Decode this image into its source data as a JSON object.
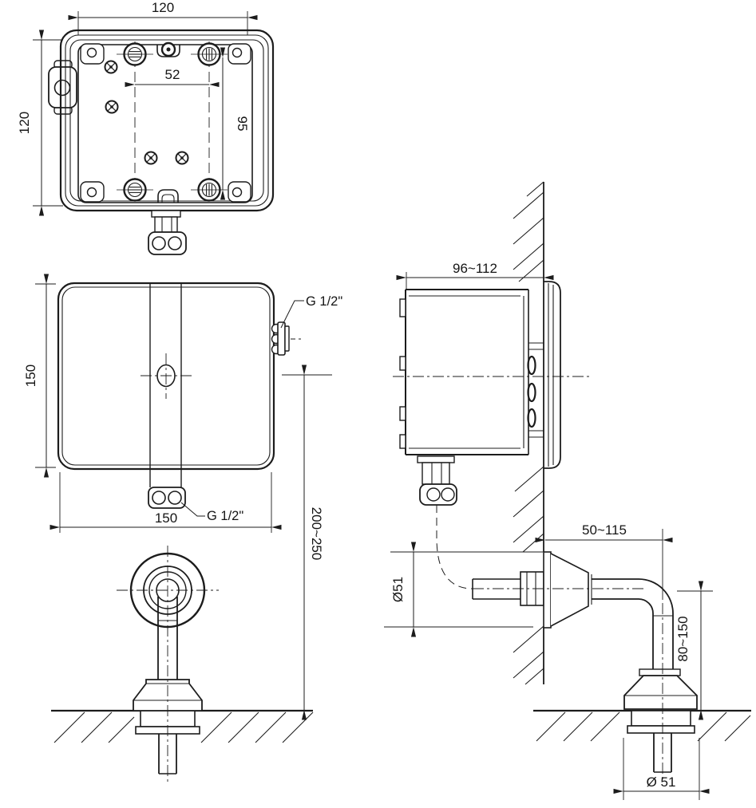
{
  "colors": {
    "line": "#1c1c1c",
    "background": "#ffffff"
  },
  "drawing": {
    "back_view": {
      "dim_width_top": "120",
      "dim_height_left": "120",
      "dim_screw_spacing_horizontal": "52",
      "dim_screw_spacing_vertical": "95"
    },
    "front_view": {
      "dim_height_left": "150",
      "dim_width_bottom": "150",
      "label_side_inlet_thread": "G 1/2\"",
      "label_bottom_outlet_thread": "G 1/2\"",
      "dim_center_height_above_floor": "200~250"
    },
    "wall_side_view": {
      "dim_recess_depth": "96~112"
    },
    "spout_side_view": {
      "dim_spout_projection": "50~115",
      "dim_wall_escutcheon_diameter": "Ø51",
      "dim_spout_drop_height": "80~150",
      "dim_floor_escutcheon_diameter": "Ø 51"
    }
  }
}
